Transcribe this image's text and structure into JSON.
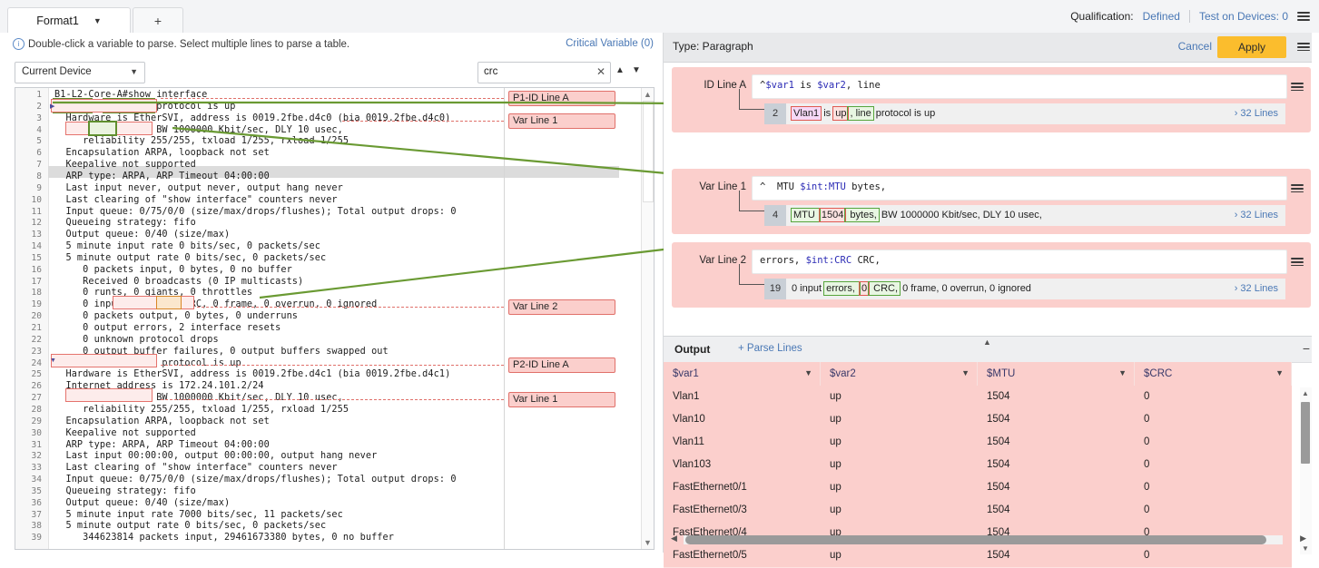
{
  "topbar": {
    "tabs": [
      {
        "label": "Format1",
        "icon": "chevron-down-icon",
        "active": true
      },
      {
        "label": "+",
        "active": false
      }
    ],
    "qualification_label": "Qualification:",
    "qualification_value": "Defined",
    "test_on_devices": "Test on Devices: 0",
    "menu_icon": "hamburger-menu-icon"
  },
  "left": {
    "hint": "Double-click a variable to parse. Select multiple lines to parse a table.",
    "hint_icon": "info-icon",
    "critical_variable": "Critical Variable (0)",
    "device_select": {
      "value": "Current Device",
      "icon": "chevron-down-icon"
    },
    "search": {
      "value": "crc",
      "placeholder": "Search",
      "clear_icon": "close-icon",
      "prev_icon": "arrow-up-icon",
      "next_icon": "arrow-down-icon"
    },
    "code_lines": [
      {
        "n": 1,
        "text": "B1-L2-Core-A#show interface"
      },
      {
        "n": 2,
        "text": "Vlan1 is up, line protocol is up"
      },
      {
        "n": 3,
        "text": "  Hardware is EtherSVI, address is 0019.2fbe.d4c0 (bia 0019.2fbe.d4c0)"
      },
      {
        "n": 4,
        "text": "  MTU 1504 bytes, BW 1000000 Kbit/sec, DLY 10 usec,"
      },
      {
        "n": 5,
        "text": "     reliability 255/255, txload 1/255, rxload 1/255"
      },
      {
        "n": 6,
        "text": "  Encapsulation ARPA, loopback not set"
      },
      {
        "n": 7,
        "text": "  Keepalive not supported"
      },
      {
        "n": 8,
        "text": "  ARP type: ARPA, ARP Timeout 04:00:00"
      },
      {
        "n": 9,
        "text": "  Last input never, output never, output hang never"
      },
      {
        "n": 10,
        "text": "  Last clearing of \"show interface\" counters never"
      },
      {
        "n": 11,
        "text": "  Input queue: 0/75/0/0 (size/max/drops/flushes); Total output drops: 0"
      },
      {
        "n": 12,
        "text": "  Queueing strategy: fifo"
      },
      {
        "n": 13,
        "text": "  Output queue: 0/40 (size/max)"
      },
      {
        "n": 14,
        "text": "  5 minute input rate 0 bits/sec, 0 packets/sec"
      },
      {
        "n": 15,
        "text": "  5 minute output rate 0 bits/sec, 0 packets/sec"
      },
      {
        "n": 16,
        "text": "     0 packets input, 0 bytes, 0 no buffer"
      },
      {
        "n": 17,
        "text": "     Received 0 broadcasts (0 IP multicasts)"
      },
      {
        "n": 18,
        "text": "     0 runts, 0 giants, 0 throttles"
      },
      {
        "n": 19,
        "text": "     0 input errors, 0 CRC, 0 frame, 0 overrun, 0 ignored"
      },
      {
        "n": 20,
        "text": "     0 packets output, 0 bytes, 0 underruns"
      },
      {
        "n": 21,
        "text": "     0 output errors, 2 interface resets"
      },
      {
        "n": 22,
        "text": "     0 unknown protocol drops"
      },
      {
        "n": 23,
        "text": "     0 output buffer failures, 0 output buffers swapped out"
      },
      {
        "n": 24,
        "text": "Vlan10 is up, line protocol is up"
      },
      {
        "n": 25,
        "text": "  Hardware is EtherSVI, address is 0019.2fbe.d4c1 (bia 0019.2fbe.d4c1)"
      },
      {
        "n": 26,
        "text": "  Internet address is 172.24.101.2/24"
      },
      {
        "n": 27,
        "text": "  MTU 1504 bytes, BW 1000000 Kbit/sec, DLY 10 usec,"
      },
      {
        "n": 28,
        "text": "     reliability 255/255, txload 1/255, rxload 1/255"
      },
      {
        "n": 29,
        "text": "  Encapsulation ARPA, loopback not set"
      },
      {
        "n": 30,
        "text": "  Keepalive not supported"
      },
      {
        "n": 31,
        "text": "  ARP type: ARPA, ARP Timeout 04:00:00"
      },
      {
        "n": 32,
        "text": "  Last input 00:00:00, output 00:00:00, output hang never"
      },
      {
        "n": 33,
        "text": "  Last clearing of \"show interface\" counters never"
      },
      {
        "n": 34,
        "text": "  Input queue: 0/75/0/0 (size/max/drops/flushes); Total output drops: 0"
      },
      {
        "n": 35,
        "text": "  Queueing strategy: fifo"
      },
      {
        "n": 36,
        "text": "  Output queue: 0/40 (size/max)"
      },
      {
        "n": 37,
        "text": "  5 minute input rate 7000 bits/sec, 11 packets/sec"
      },
      {
        "n": 38,
        "text": "  5 minute output rate 0 bits/sec, 0 packets/sec"
      },
      {
        "n": 39,
        "text": "     344623814 packets input, 29461673380 bytes, 0 no buffer"
      }
    ],
    "markers": [
      {
        "label": "P1-ID Line A",
        "line": 1
      },
      {
        "label": "Var Line 1",
        "line": 3
      },
      {
        "label": "Var Line 2",
        "line": 19
      },
      {
        "label": "P2-ID Line A",
        "line": 24
      },
      {
        "label": "Var Line 1",
        "line": 27
      }
    ]
  },
  "right": {
    "type_label": "Type: Paragraph",
    "cancel_label": "Cancel",
    "apply_label": "Apply",
    "menu_icon": "hamburger-menu-icon",
    "rules": [
      {
        "label": "ID Line A",
        "pattern_prefix": "^",
        "pattern_tokens": [
          {
            "t": "$var1",
            "v": true
          },
          {
            "t": " is ",
            "v": false
          },
          {
            "t": "$var2",
            "v": true
          },
          {
            "t": ", line",
            "v": false
          }
        ],
        "preview_line": "2",
        "preview_lines_label": "32 Lines",
        "preview_tokens": [
          {
            "t": "Vlan1",
            "style": "chip-rp"
          },
          {
            "t": " is ",
            "style": "plain"
          },
          {
            "t": "up",
            "style": "chip-r"
          },
          {
            "t": ", line",
            "style": "chip-g"
          },
          {
            "t": " protocol is up",
            "style": "plain"
          }
        ]
      },
      {
        "label": "Var Line 1",
        "pattern_prefix": "^",
        "pattern_tokens": [
          {
            "t": "  MTU ",
            "v": false
          },
          {
            "t": "$int:MTU",
            "v": true
          },
          {
            "t": " bytes,",
            "v": false
          }
        ],
        "preview_line": "4",
        "preview_lines_label": "32 Lines",
        "preview_tokens": [
          {
            "t": "MTU ",
            "style": "chip-g"
          },
          {
            "t": "1504",
            "style": "chip-r"
          },
          {
            "t": " bytes,",
            "style": "chip-g"
          },
          {
            "t": " BW 1000000 Kbit/sec, DLY 10 usec,",
            "style": "plain"
          }
        ]
      },
      {
        "label": "Var Line 2",
        "pattern_prefix": "",
        "pattern_tokens": [
          {
            "t": "errors, ",
            "v": false
          },
          {
            "t": "$int:CRC",
            "v": true
          },
          {
            "t": " CRC,",
            "v": false
          }
        ],
        "preview_line": "19",
        "preview_lines_label": "32 Lines",
        "preview_tokens": [
          {
            "t": "   0 input ",
            "style": "plain"
          },
          {
            "t": "errors, ",
            "style": "chip-g"
          },
          {
            "t": "0",
            "style": "chip-r"
          },
          {
            "t": " CRC,",
            "style": "chip-g"
          },
          {
            "t": " 0 frame, 0 overrun, 0 ignored",
            "style": "plain"
          }
        ]
      }
    ],
    "output": {
      "title": "Output",
      "parse_lines_label": "+ Parse Lines",
      "minimize_icon": "minus-icon",
      "grip_icon": "collapse-handle-icon",
      "columns": [
        "$var1",
        "$var2",
        "$MTU",
        "$CRC"
      ],
      "rows": [
        [
          "Vlan1",
          "up",
          "1504",
          "0"
        ],
        [
          "Vlan10",
          "up",
          "1504",
          "0"
        ],
        [
          "Vlan11",
          "up",
          "1504",
          "0"
        ],
        [
          "Vlan103",
          "up",
          "1504",
          "0"
        ],
        [
          "FastEthernet0/1",
          "up",
          "1504",
          "0"
        ],
        [
          "FastEthernet0/3",
          "up",
          "1504",
          "0"
        ],
        [
          "FastEthernet0/4",
          "up",
          "1504",
          "0"
        ],
        [
          "FastEthernet0/5",
          "up",
          "1504",
          "0"
        ]
      ]
    }
  },
  "colors": {
    "accent_yellow": "#fbbd2d",
    "pink_card": "#fbcfcc",
    "link_blue": "#4a78b5",
    "arrow_green": "#6a9a33"
  }
}
